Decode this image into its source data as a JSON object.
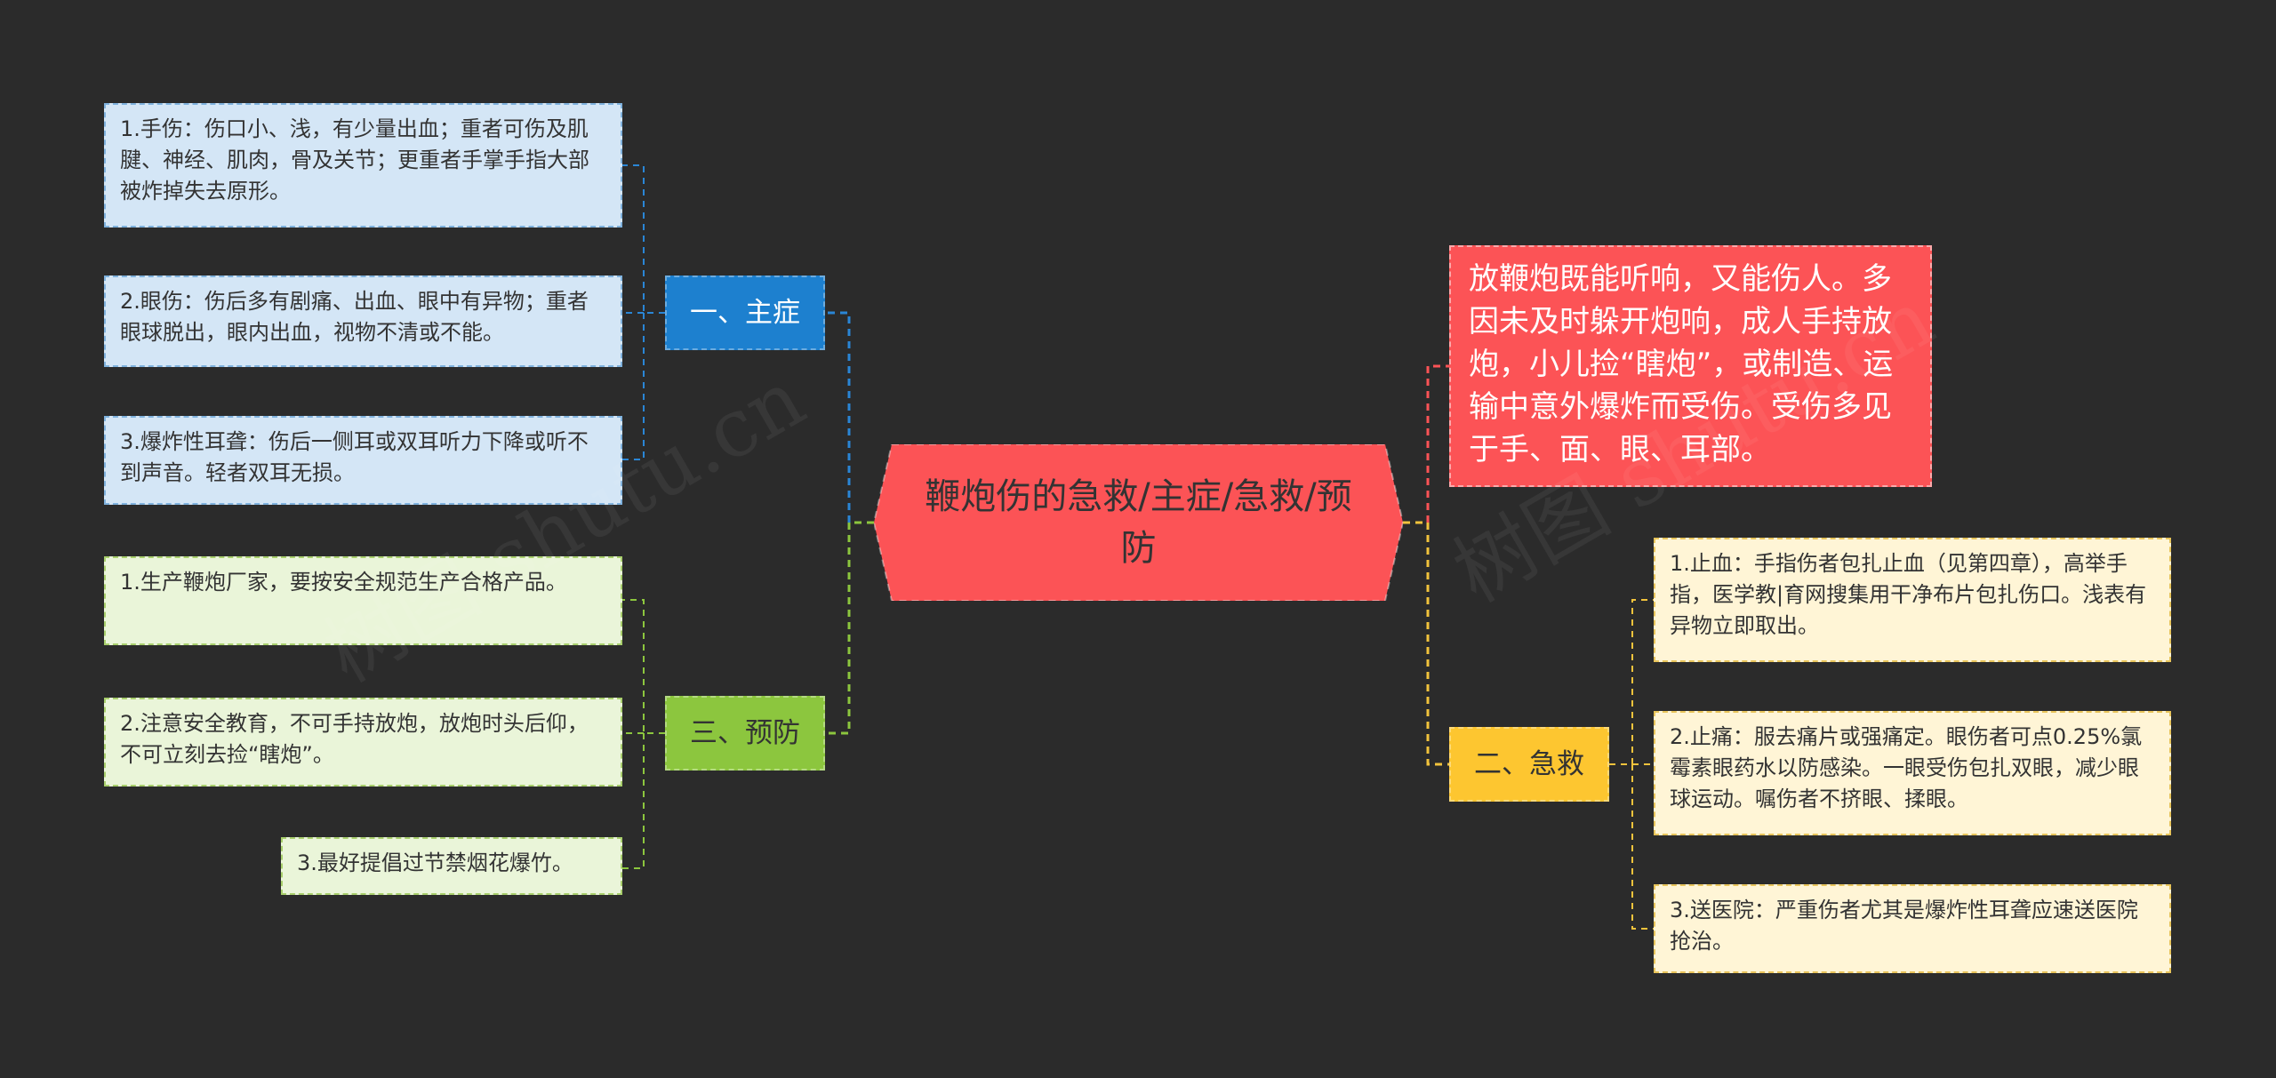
{
  "central": {
    "title": "鞭炮伤的急救/主症/急救/预防"
  },
  "branches": {
    "b1": {
      "label": "一、主症",
      "items": [
        "1.手伤：伤口小、浅，有少量出血；重者可伤及肌腱、神经、肌肉，骨及关节；更重者手掌手指大部被炸掉失去原形。",
        "2.眼伤：伤后多有剧痛、出血、眼中有异物；重者眼球脱出，眼内出血，视物不清或不能。",
        "3.爆炸性耳聋：伤后一侧耳或双耳听力下降或听不到声音。轻者双耳无损。"
      ]
    },
    "b2": {
      "label": "二、急救",
      "items": [
        "1.止血：手指伤者包扎止血（见第四章），高举手指，医学教|育网搜集用干净布片包扎伤口。浅表有异物立即取出。",
        "2.止痛：服去痛片或强痛定。眼伤者可点0.25%氯霉素眼药水以防感染。一眼受伤包扎双眼，减少眼球运动。嘱伤者不挤眼、揉眼。",
        "3.送医院：严重伤者尤其是爆炸性耳聋应速送医院抢治。"
      ]
    },
    "b3": {
      "label": "三、预防",
      "items": [
        "1.生产鞭炮厂家，要按安全规范生产合格产品。",
        "2.注意安全教育，不可手持放炮，放炮时头后仰，不可立刻去捡“瞎炮”。",
        "3.最好提倡过节禁烟花爆竹。"
      ]
    }
  },
  "description": "放鞭炮既能听响，又能伤人。多因未及时躲开炮响，成人手持放炮，小儿捡“瞎炮”，或制造、运输中意外爆炸而受伤。受伤多见于手、面、眼、耳部。",
  "watermark": "树图 shutu.cn",
  "colors": {
    "background": "#2b2b2b",
    "central": "#fc5356",
    "branch_blue": "#1d80cf",
    "branch_yellow": "#fdc630",
    "branch_green": "#8cc63e",
    "link_blue": "#2a86d6",
    "link_yellow": "#f2c33c",
    "link_green": "#8cc63e",
    "link_red": "#fc5356"
  }
}
